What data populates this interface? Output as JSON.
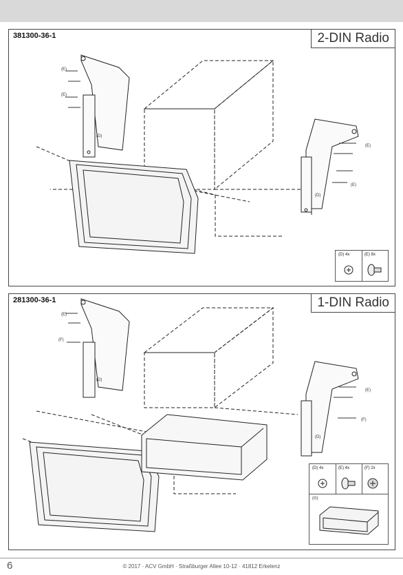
{
  "panel1": {
    "code": "381300-36-1",
    "title": "2-DIN Radio",
    "labels": {
      "e": "(E)",
      "d": "(D)"
    },
    "legend": [
      {
        "label": "(D) 4x",
        "icon": "screw-head-icon"
      },
      {
        "label": "(E) 8x",
        "icon": "bolt-icon"
      }
    ]
  },
  "panel2": {
    "code": "281300-36-1",
    "title": "1-DIN Radio",
    "labels": {
      "e": "(E)",
      "d": "(D)",
      "f": "(F)",
      "g": "(G)"
    },
    "legend": [
      {
        "label": "(D) 4x",
        "icon": "screw-head-icon"
      },
      {
        "label": "(E) 4x",
        "icon": "bolt-icon"
      },
      {
        "label": "(F) 2x",
        "icon": "flange-screw-icon"
      }
    ]
  },
  "footer": {
    "page_number": "6",
    "copyright": "© 2017 · ACV GmbH · Straßburger Allee 10-12 · 41812 Erkelenz"
  }
}
